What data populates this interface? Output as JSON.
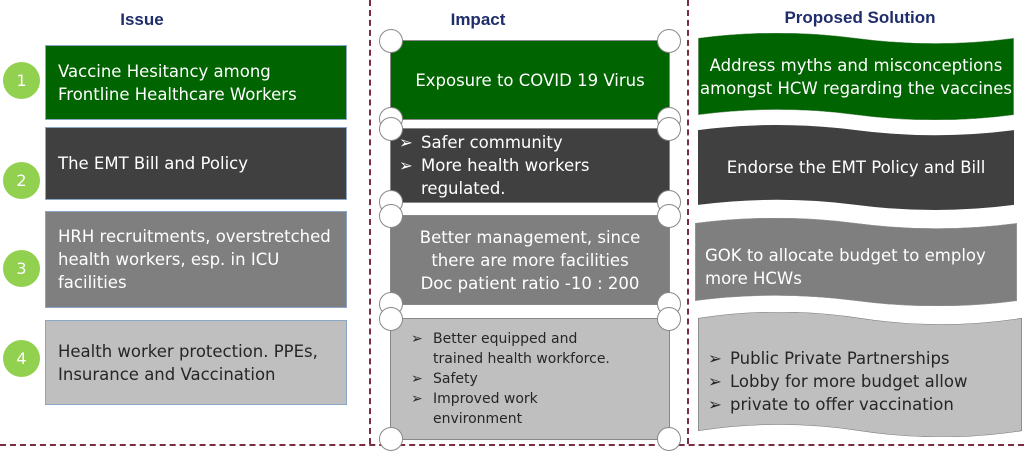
{
  "headers": {
    "issue": "Issue",
    "impact": "Impact",
    "solution": "Proposed Solution"
  },
  "rows": [
    {
      "number": "1",
      "issue": "Vaccine Hesitancy among Frontline Healthcare Workers",
      "impact": "Exposure to COVID 19 Virus",
      "solution": "Address myths and misconceptions amongst HCW regarding the vaccines"
    },
    {
      "number": "2",
      "issue": "The EMT Bill and Policy",
      "impact_items": [
        "Safer community",
        "More health workers regulated."
      ],
      "solution": "Endorse the EMT Policy and Bill"
    },
    {
      "number": "3",
      "issue": "HRH recruitments, overstretched health workers, esp. in ICU facilities",
      "impact_lines": [
        "Better management, since",
        "there are more facilities",
        "Doc patient ratio -10 : 200"
      ],
      "solution": "GOK to allocate budget to employ more HCWs"
    },
    {
      "number": "4",
      "issue": "Health worker protection. PPEs, Insurance and Vaccination",
      "impact_items": [
        "Better equipped and trained health workforce.",
        " Safety",
        "Improved work environment"
      ],
      "solution_items": [
        "Public Private Partnerships",
        "Lobby for more budget allow",
        "private to offer vaccination"
      ]
    }
  ],
  "colors": {
    "green": "#006400",
    "dark": "#404040",
    "mid": "#7f7f7f",
    "light": "#bfbfbf",
    "circle": "#92d050",
    "divider": "#7b2c3f",
    "header": "#1f2d6b"
  }
}
